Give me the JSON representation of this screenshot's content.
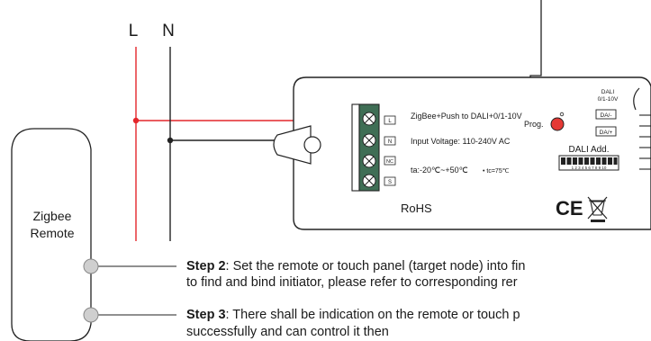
{
  "wires": {
    "live_label": "L",
    "neutral_label": "N"
  },
  "controller": {
    "product_line": "ZigBee+Push to DALI+0/1-10V",
    "input_voltage": "Input Voltage: 110-240V AC",
    "temperature": "ta:-20℃~+50℃",
    "tc": "• tc=75℃",
    "rohs": "RoHS",
    "ce_mark": "CE",
    "terminals": [
      "L",
      "N",
      "NC",
      "S"
    ],
    "prog_label": "Prog.",
    "dali_header_line1": "DALI",
    "dali_header_line2": "0/1-10V",
    "dali_terminals": [
      "DA/-",
      "DA/+"
    ],
    "dali_address_label": "DALI Add.",
    "dip_numbers": "1 2 3 4 5 6 7 8 9 10"
  },
  "remote": {
    "line1": "Zigbee",
    "line2": "Remote"
  },
  "steps": [
    {
      "label": "Step 2",
      "text": ": Set the remote or touch panel (target node) into fin"
    },
    {
      "label": "",
      "text": "to find and bind initiator, please refer to corresponding rer"
    },
    {
      "label": "Step 3",
      "text": ": There shall be indication on the remote or touch p"
    },
    {
      "label": "",
      "text": "successfully and can control it then"
    }
  ],
  "colors": {
    "live_wire": "#e4262b",
    "line": "#222222",
    "prog_button": "#e53935",
    "terminal_block": "#3f6e55"
  }
}
